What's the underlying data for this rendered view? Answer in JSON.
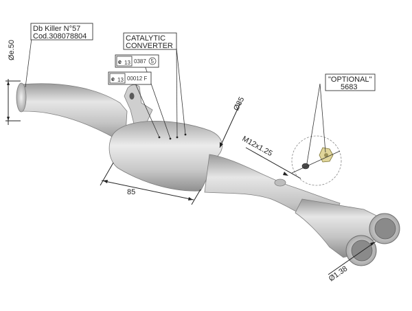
{
  "labels": {
    "dbkiller_line1": "Db Killer N°57",
    "dbkiller_line2": "Cod.308078804",
    "catalytic_line1": "CATALYTIC",
    "catalytic_line2": "CONVERTER",
    "optional_line1": "\"OPTIONAL\"",
    "optional_line2": "5683",
    "homolog1_mark": "e",
    "homolog1_num": "13",
    "homolog1_code": "0387",
    "homolog1_circle": "5",
    "homolog2_mark": "e",
    "homolog2_num": "13",
    "homolog2_code": "00012 F"
  },
  "dimensions": {
    "inlet_diameter": "Øe.50",
    "body_diameter": "Ø85",
    "body_length": "85",
    "thread": "M12x1.25",
    "outlet_diameter": "Ø1.38"
  },
  "colors": {
    "pipe_light": "#d9d9d9",
    "pipe_mid": "#b8b8b8",
    "pipe_dark": "#8f8f8f",
    "nut": "#e0d59a",
    "line": "#222222"
  }
}
